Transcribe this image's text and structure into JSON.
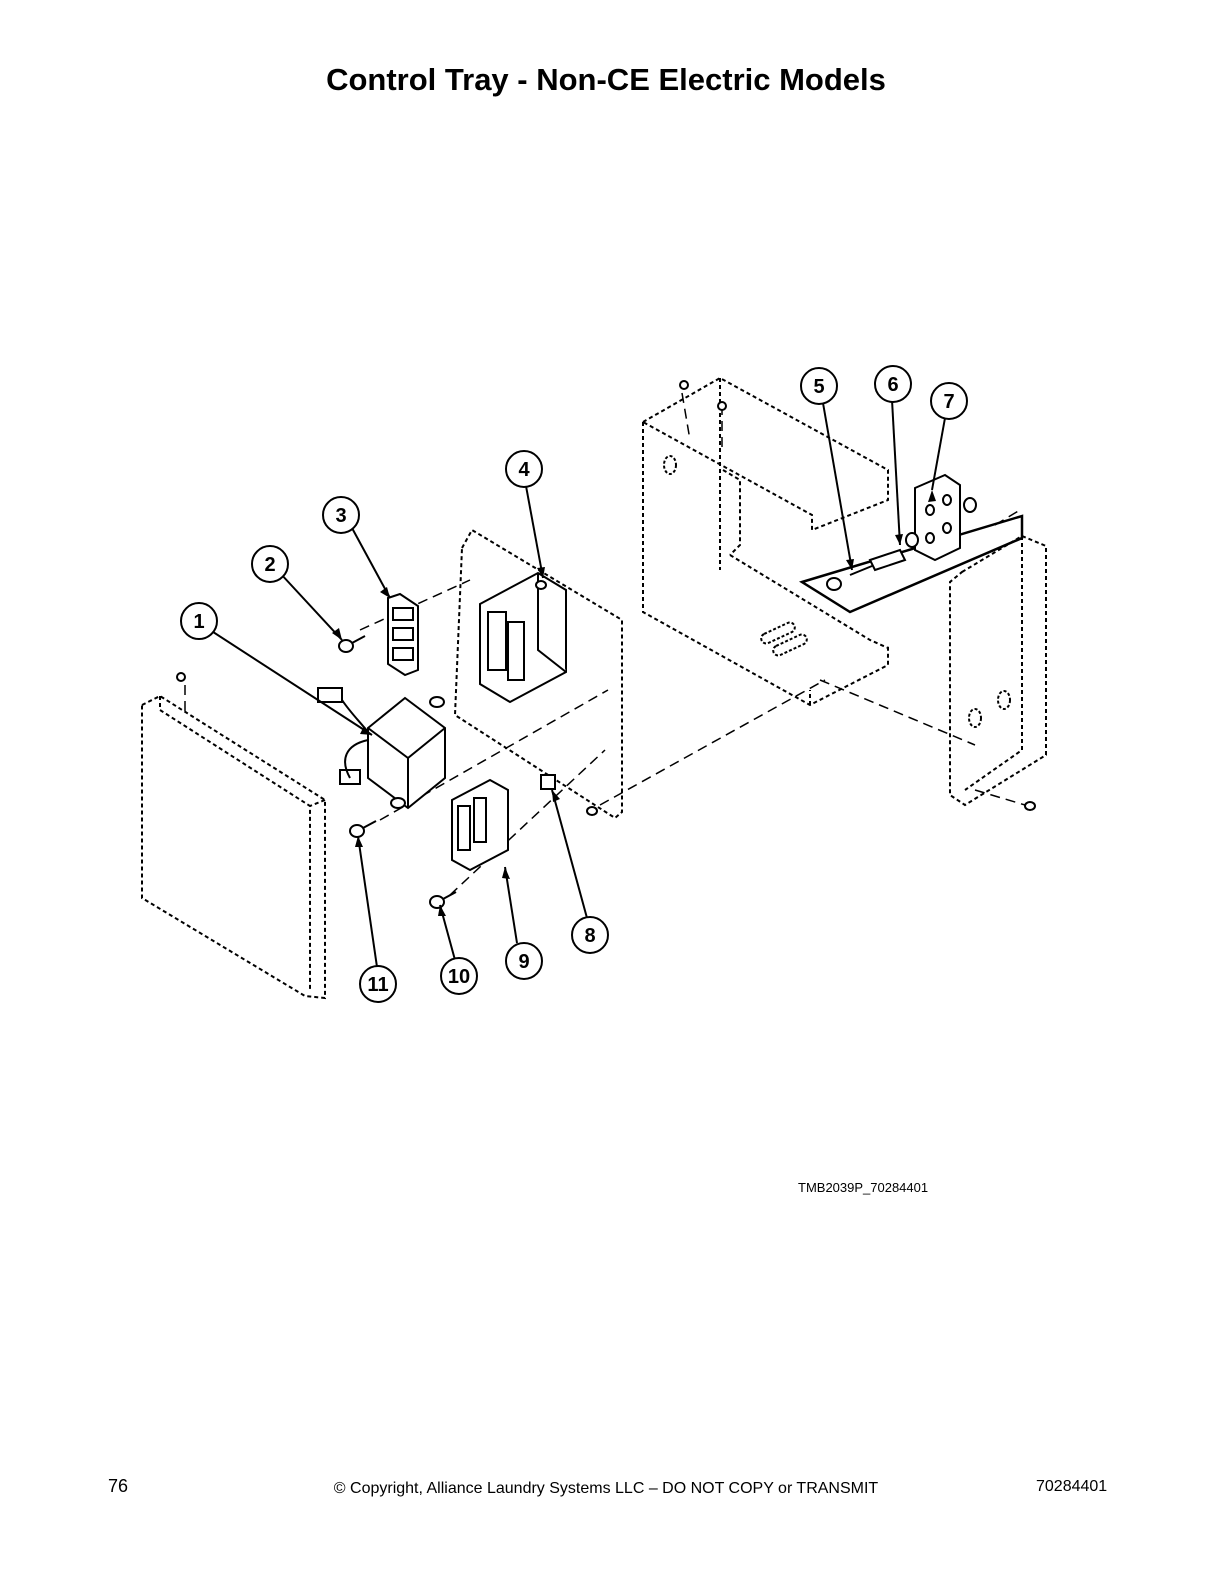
{
  "title": "Control Tray - Non-CE Electric Models",
  "figure_id": "TMB2039P_70284401",
  "page_number": "76",
  "copyright": "© Copyright, Alliance Laundry Systems LLC – DO NOT COPY or TRANSMIT",
  "doc_number": "70284401",
  "callouts": [
    "1",
    "2",
    "3",
    "4",
    "5",
    "6",
    "7",
    "8",
    "9",
    "10",
    "11"
  ]
}
